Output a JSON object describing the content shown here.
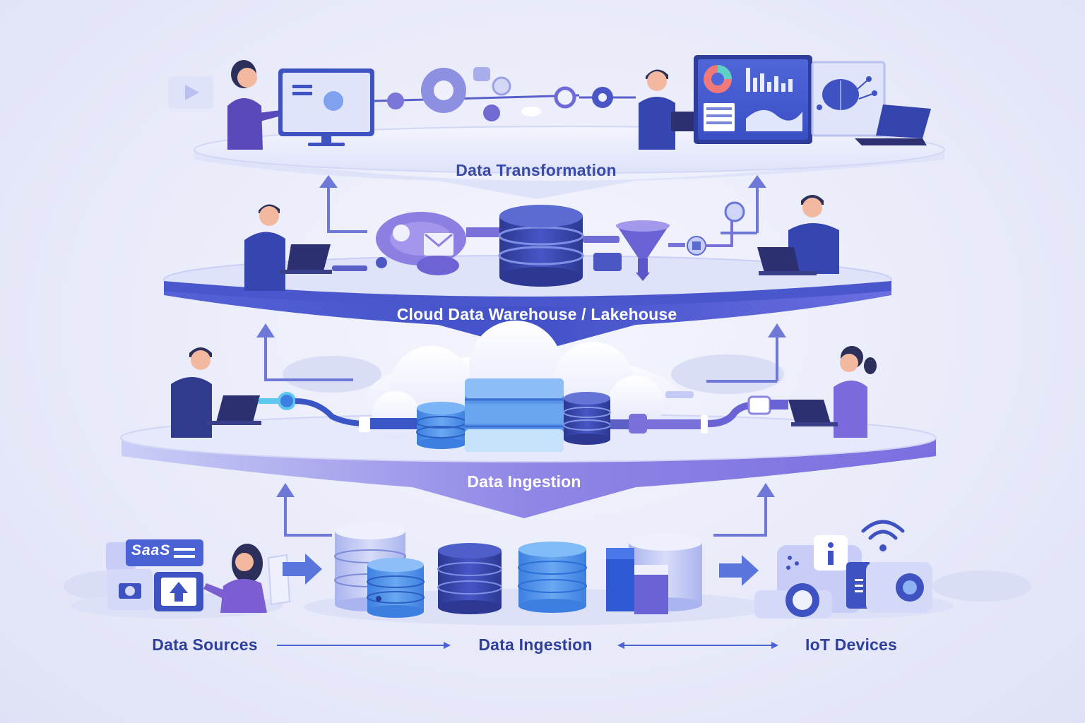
{
  "layers": {
    "transformation": {
      "label": "Data Transformation"
    },
    "warehouse": {
      "label": "Cloud Data Warehouse / Lakehouse"
    },
    "ingestion": {
      "label": "Data Ingestion"
    }
  },
  "bottom_row": {
    "sources_label": "Data Sources",
    "ingestion_label": "Data Ingestion",
    "iot_label": "IoT Devices",
    "saas_badge": "SaaS"
  },
  "colors": {
    "primary": "#4a5ad0",
    "deep": "#2f3e9e",
    "accent_purple": "#7a66d9",
    "light_disc": "#e6e9fb",
    "label_text": "#3a4aa8"
  },
  "icons": [
    "monitor-icon",
    "gear-icon",
    "dashboard-icon",
    "brain-icon",
    "laptop-icon",
    "database-icon",
    "funnel-icon",
    "email-icon",
    "cloud-icon",
    "pipe-icon",
    "camera-icon",
    "upload-icon",
    "wifi-icon",
    "info-icon",
    "arrow-up-icon",
    "arrow-right-icon"
  ]
}
